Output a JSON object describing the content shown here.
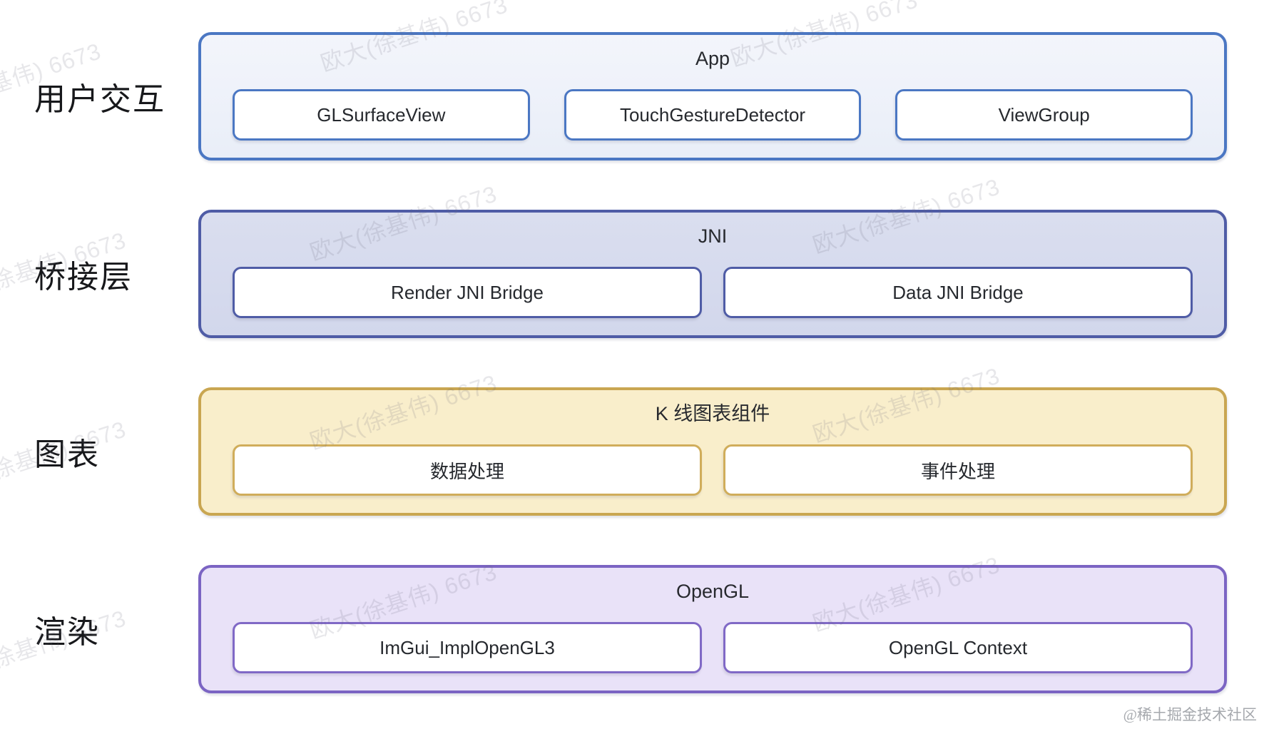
{
  "diagram": {
    "layers": [
      {
        "side_label": "用户交互",
        "title": "App",
        "boxes": [
          "GLSurfaceView",
          "TouchGestureDetector",
          "ViewGroup"
        ],
        "fill": "#eef2f9",
        "border": "#4b77c3"
      },
      {
        "side_label": "桥接层",
        "title": "JNI",
        "boxes": [
          "Render JNI Bridge",
          "Data JNI Bridge"
        ],
        "fill": "#d6daee",
        "border": "#4f5ca6"
      },
      {
        "side_label": "图表",
        "title": "K 线图表组件",
        "boxes": [
          "数据处理",
          "事件处理"
        ],
        "fill": "#f9eecb",
        "border": "#c9a651"
      },
      {
        "side_label": "渲染",
        "title": "OpenGL",
        "boxes": [
          "ImGui_ImplOpenGL3",
          "OpenGL Context"
        ],
        "fill": "#e9e2f8",
        "border": "#7b64c3"
      }
    ]
  },
  "watermark": {
    "text": "欧大(徐基伟) 6673"
  },
  "footer": {
    "credit": "@稀土掘金技术社区"
  }
}
